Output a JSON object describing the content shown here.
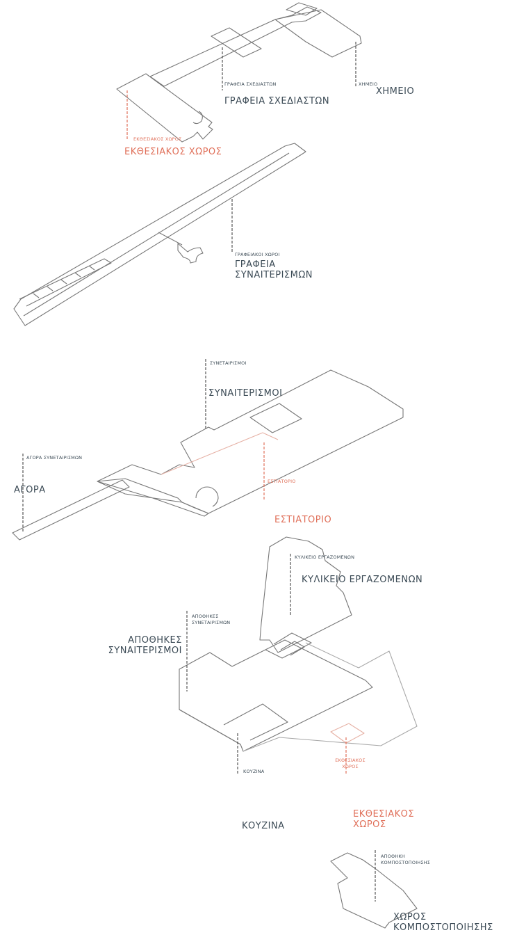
{
  "colors": {
    "label": "#3b4a55",
    "accent": "#e0705a",
    "outline": "#777777",
    "background": "#ffffff"
  },
  "labels": {
    "grafeia_sxediaston_small": "ΓΡΑΦΕΙΑ ΣΧΕΔΙΑΣΤΩΝ",
    "grafeia_sxediaston_large": "ΓΡΑΦΕΙΑ ΣΧΕΔΙΑΣΤΩΝ",
    "ximeio_small": "ΧΗΜΕΙΟ",
    "ximeio_large": "ΧΗΜΕΙΟ",
    "ektheseiakos_xoros_small_1": "ΕΚΘΕΣΙΑΚΟΣ ΧΩΡΟΣ",
    "ektheseiakos_xoros_large_1": "ΕΚΘΕΣΙΑΚΟΣ ΧΩΡΟΣ",
    "grafeiakoi_xoroi_small": "ΓΡΑΦΕΙΑΚΟΙ ΧΩΡΟΙ",
    "grafeia_synaiterismon_large": "ΓΡΑΦΕΙΑ\nΣΥΝΑΙΤΕΡΙΣΜΩΝ",
    "synetairismoi_small": "ΣΥΝΕΤΑΙΡΙΣΜΟΙ",
    "synaiterismoi_large": "ΣΥΝΑΙΤΕΡΙΣΜΟΙ",
    "agora_synetairismon_small": "ΑΓΟΡΑ ΣΥΝΕΤΑΙΡΙΣΜΩΝ",
    "agora_large": "ΑΓΟΡΑ",
    "estiatorio_small": "ΕΣΤΙΑΤΟΡΙΟ",
    "estiatorio_large": "ΕΣΤΙΑΤΟΡΙΟ",
    "kylikeio_small": "ΚΥΛΙΚΕΙΟ ΕΡΓΑΖΟΜΕΝΩΝ",
    "kylikeio_large": "ΚΥΛΙΚΕΙΟ ΕΡΓΑΖΟΜΕΝΩΝ",
    "apothikes_small": "ΑΠΟΘΗΚΕΣ\nΣΥΝΕΤΑΙΡΙΣΜΩΝ",
    "apothikes_large": "ΑΠΟΘΗΚΕΣ\nΣΥΝΑΙΤΕΡΙΣΜΟΙ",
    "kouzina_small": "ΚΟΥΖΙΝΑ",
    "kouzina_large": "ΚΟΥΖΙΝΑ",
    "ektheseiakos_xoros_small_2": "ΕΚΘΕΣΙΑΚΟΣ\nΧΩΡΟΣ",
    "ektheseiakos_xoros_large_2": "ΕΚΘΕΣΙΑΚΟΣ\nΧΩΡΟΣ",
    "apothiki_kompostopoiisis_small": "ΑΠΟΘΗΚΗ\nΚΟΜΠΟΣΤΟΠΟΙΗΣΗΣ",
    "xoros_kompostopoiisis_large": "ΧΩΡΟΣ\nΚΟΜΠΟΣΤΟΠΟΙΗΣΗΣ"
  }
}
